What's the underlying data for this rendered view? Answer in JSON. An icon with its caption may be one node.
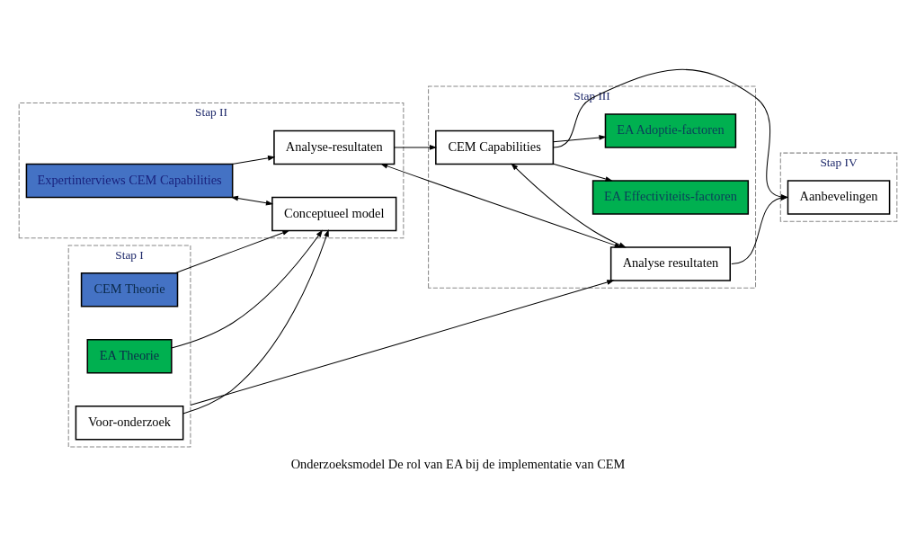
{
  "diagram": {
    "caption": "Onderzoeksmodel De rol van EA bij de implementatie van CEM",
    "nodes": [
      {
        "text": [
          "Stap I"
        ]
      },
      {
        "text": [
          "Voor-onderzoek"
        ],
        "in": 0
      },
      {
        "text": [
          "EA Theorie"
        ],
        "in": 0
      },
      {
        "text": [
          "CEM Theorie"
        ],
        "in": 0
      },
      {
        "text": [
          "Stap II"
        ]
      },
      {
        "text": [
          "Expertinterviews CEM Capabilities"
        ],
        "in": 4
      },
      {
        "text": [
          "Analyse-resultaten"
        ],
        "in": 4
      },
      {
        "text": [
          "Conceptueel model"
        ],
        "in": 4
      },
      {
        "text": [
          "Stap III"
        ]
      },
      {
        "text": [
          "CEM Capabilities"
        ],
        "in": 8
      },
      {
        "text": [
          "EA Adoptie-factoren"
        ],
        "in": 8
      },
      {
        "text": [
          "EA Effectiviteits-factoren"
        ],
        "in": 8
      },
      {
        "text": [
          "Analyse resultaten"
        ],
        "in": 8
      },
      {
        "text": [
          "Stap IV"
        ]
      },
      {
        "text": [
          "Aanbevelingen"
        ],
        "in": 13
      }
    ],
    "edges": [
      {
        "from": 1,
        "to": 7,
        "arrow": "to"
      },
      {
        "from": 2,
        "to": 7,
        "arrow": "to"
      },
      {
        "from": 3,
        "to": 7,
        "arrow": "to"
      },
      {
        "from": 5,
        "to": 7,
        "arrow": "both"
      },
      {
        "from": 5,
        "to": 6,
        "arrow": "to"
      },
      {
        "from": 6,
        "to": 9,
        "arrow": "to"
      },
      {
        "from": 6,
        "to": 12,
        "arrow": "both"
      },
      {
        "from": 0,
        "to": 12,
        "arrow": "to"
      },
      {
        "from": 9,
        "to": 10,
        "arrow": "to"
      },
      {
        "from": 9,
        "to": 11,
        "arrow": "to"
      },
      {
        "from": 9,
        "to": 12,
        "arrow": "both"
      },
      {
        "from": 9,
        "to": 14,
        "arrow": "to"
      },
      {
        "from": 12,
        "to": 14,
        "arrow": "to"
      }
    ]
  }
}
